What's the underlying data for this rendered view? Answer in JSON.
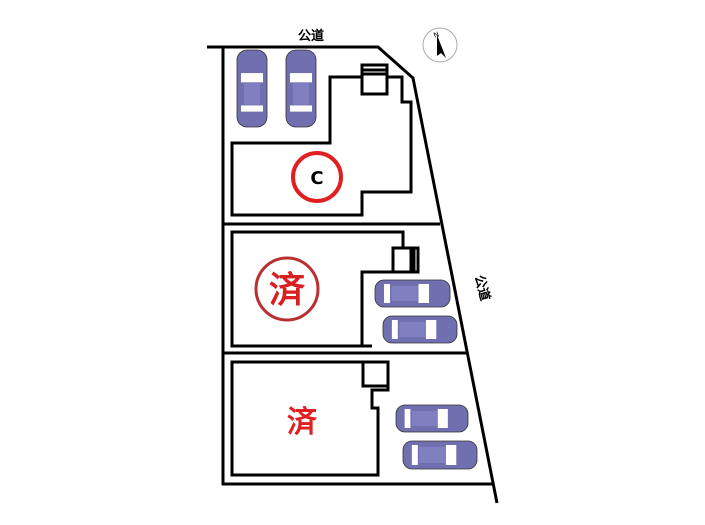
{
  "roads": {
    "top_label": "公道",
    "right_label": "公道"
  },
  "compass": {
    "north_label": "N"
  },
  "lots": [
    {
      "id": "lot-c",
      "label": "C",
      "status": "available",
      "parking_spaces": 2
    },
    {
      "id": "lot-2",
      "label": "済",
      "status": "sold",
      "parking_spaces": 2
    },
    {
      "id": "lot-3",
      "label": "済",
      "status": "sold",
      "parking_spaces": 2
    }
  ],
  "colors": {
    "marker": "#e02020",
    "car": "#7070b0",
    "line": "#000000"
  }
}
